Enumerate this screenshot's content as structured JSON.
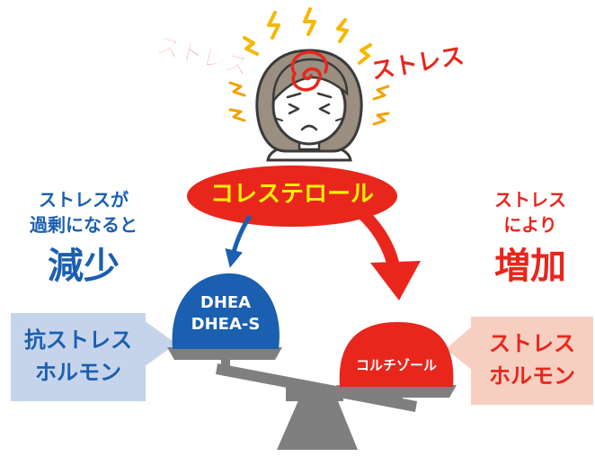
{
  "stress_words": {
    "left": "ストレス",
    "right": "ストレス"
  },
  "cholesterol": {
    "label": "コレステロール"
  },
  "left_note": {
    "line1": "ストレスが",
    "line2": "過剰になると",
    "effect": "減少"
  },
  "right_note": {
    "line1": "ストレス",
    "line2": "により",
    "effect": "増加"
  },
  "dhea": {
    "line1": "DHEA",
    "line2": "DHEA-S"
  },
  "cortisol": {
    "label": "コルチゾール"
  },
  "anti_stress": {
    "line1": "抗ストレス",
    "line2": "ホルモン"
  },
  "stress_hormone": {
    "line1": "ストレス",
    "line2": "ホルモン"
  },
  "colors": {
    "red": "#e8261c",
    "blue": "#1a5fb0",
    "yellow": "#fff200",
    "anti_box": "#c5d4ea",
    "stress_box": "#f6cfc0",
    "scale_gray": "#7f7f7f"
  },
  "icons": {
    "person": "stressed-woman-icon",
    "spiral": "dizzy-spiral-icon",
    "bolts": "lightning-bolt-icon"
  }
}
